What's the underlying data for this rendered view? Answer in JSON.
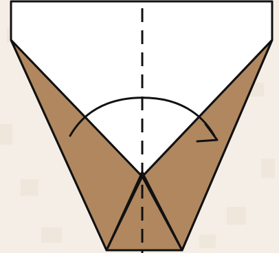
{
  "diagram": {
    "type": "origami-fold-step",
    "colors": {
      "background": "#f4eee6",
      "background_mottle": "#efe7dc",
      "paper_front": "#ffffff",
      "paper_back": "#b0875f",
      "outline": "#111111",
      "fold_line": "#111111"
    },
    "elements": [
      "paper-white-face",
      "left-brown-flap",
      "right-brown-flap",
      "bottom-brown-triangle",
      "center-valley-fold-line",
      "fold-direction-arrow"
    ],
    "fold_line_style": "dashed",
    "arrow_direction": "left-to-right"
  }
}
